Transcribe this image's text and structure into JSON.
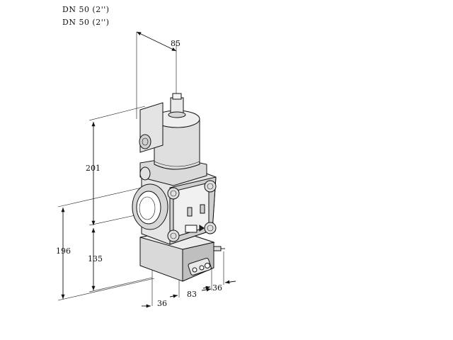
{
  "captions": [
    "DN 50 (2'')",
    "DN 50 (2'')"
  ],
  "dimensions": {
    "top_width": "85",
    "height_upper": "201",
    "height_total": "196",
    "height_lower": "135",
    "bottom_left": "36",
    "bottom_mid": "83",
    "bottom_right": "36"
  }
}
